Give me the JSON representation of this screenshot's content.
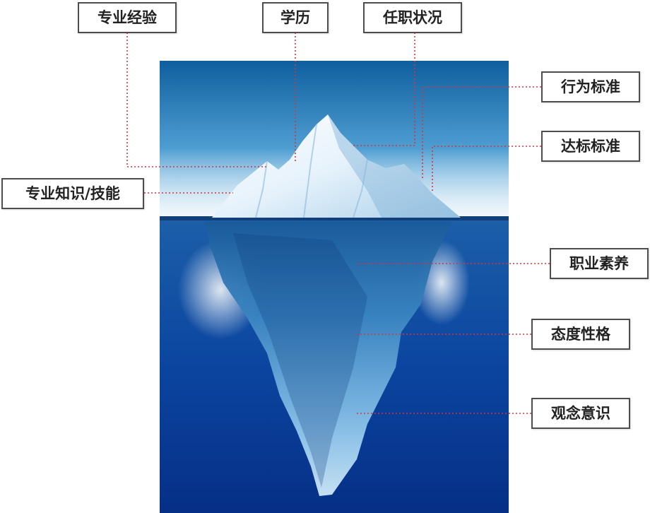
{
  "labels": {
    "professional_experience": "专业经验",
    "education": "学历",
    "work_status": "任职状况",
    "behavior_standard": "行为标准",
    "achievement_standard": "达标标准",
    "knowledge_skills": "专业知识/技能",
    "professional_quality": "职业素养",
    "attitude_personality": "态度性格",
    "values_awareness": "观念意识"
  },
  "colors": {
    "leader_line": "#d8343c",
    "label_border": "#4d4d4d",
    "sky_top": "#0f5f9f",
    "water_deep": "#062f86",
    "ice_light": "#eef7fd"
  }
}
